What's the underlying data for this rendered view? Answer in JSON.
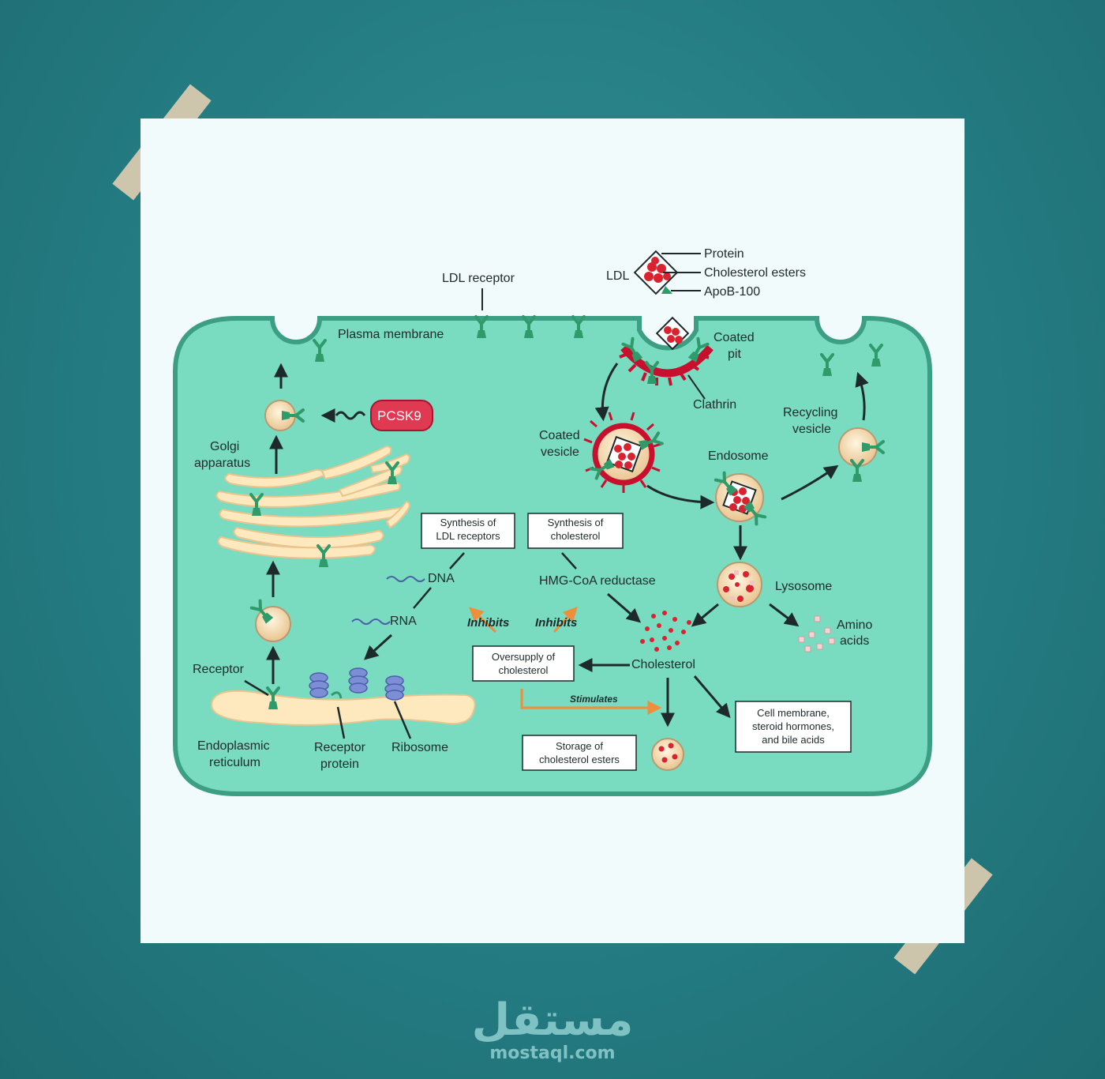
{
  "labels": {
    "ldl_receptor": "LDL receptor",
    "plasma_membrane": "Plasma membrane",
    "ldl": "LDL",
    "protein": "Protein",
    "cholesterol_esters": "Cholesterol esters",
    "apob": "ApoB-100",
    "coated_pit": [
      "Coated",
      "pit"
    ],
    "clathrin": "Clathrin",
    "coated_vesicle": [
      "Coated",
      "vesicle"
    ],
    "endosome": "Endosome",
    "recycling_vesicle": [
      "Recycling",
      "vesicle"
    ],
    "lysosome": "Lysosome",
    "amino_acids": [
      "Amino",
      "acids"
    ],
    "pcsk9": "PCSK9",
    "golgi": [
      "Golgi",
      "apparatus"
    ],
    "receptor": "Receptor",
    "er": [
      "Endoplasmic",
      "reticulum"
    ],
    "receptor_protein": [
      "Receptor",
      "protein"
    ],
    "ribosome": "Ribosome",
    "dna": "DNA",
    "rna": "RNA",
    "hmg": "HMG-CoA reductase",
    "inhibits": "Inhibits",
    "stimulates": "Stimulates",
    "cholesterol": "Cholesterol"
  },
  "boxes": {
    "synthesis_ldl": [
      "Synthesis of",
      "LDL receptors"
    ],
    "synthesis_chol": [
      "Synthesis of",
      "cholesterol"
    ],
    "oversupply": [
      "Oversupply of",
      "cholesterol"
    ],
    "storage": [
      "Storage of",
      "cholesterol esters"
    ],
    "cell_membrane": [
      "Cell membrane,",
      "steroid hormones,",
      "and bile acids"
    ]
  },
  "watermark": {
    "arabic": "مستقل",
    "url": "mostaql.com"
  },
  "colors": {
    "background": "#237a80",
    "paper": "#f1fbfb",
    "cell": "#79dcc1",
    "cell_border": "#3c9e82",
    "receptor": "#2f9a6a",
    "ldl_red": "#d9232e",
    "organelle": "#fde9bd",
    "pcsk9": "#e03a52",
    "orange_arrow": "#ef8e3b"
  }
}
